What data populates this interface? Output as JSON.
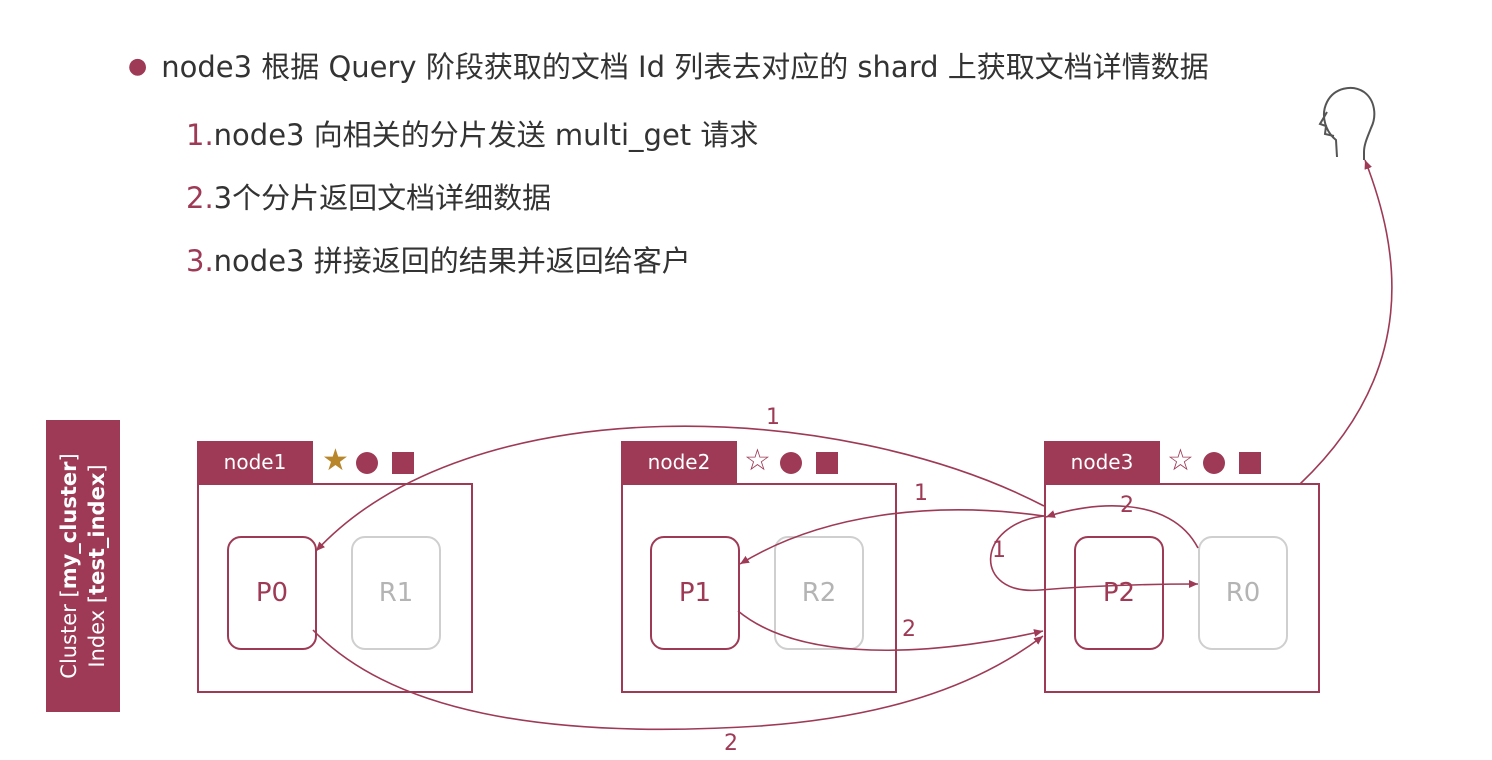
{
  "bullets": {
    "main": "node3 根据 Query 阶段获取的文档 Id 列表去对应的 shard 上获取文档详情数据",
    "steps": [
      {
        "num": "1.",
        "text": "node3 向相关的分片发送 multi_get  请求"
      },
      {
        "num": "2.",
        "text": "3个分片返回文档详细数据"
      },
      {
        "num": "3.",
        "text": "node3 拼接返回的结果并返回给客户"
      }
    ]
  },
  "cluster": {
    "line1_prefix": "Cluster [",
    "line1_name": "my_cluster",
    "line1_suffix": "]",
    "line2_prefix": "Index [",
    "line2_name": "test_index",
    "line2_suffix": "]"
  },
  "nodes": [
    {
      "name": "node1",
      "master": true,
      "shards": [
        {
          "label": "P0",
          "kind": "primary"
        },
        {
          "label": "R1",
          "kind": "replica"
        }
      ]
    },
    {
      "name": "node2",
      "master": false,
      "shards": [
        {
          "label": "P1",
          "kind": "primary"
        },
        {
          "label": "R2",
          "kind": "replica"
        }
      ]
    },
    {
      "name": "node3",
      "master": false,
      "shards": [
        {
          "label": "P2",
          "kind": "primary"
        },
        {
          "label": "R0",
          "kind": "replica"
        }
      ]
    }
  ],
  "icons": {
    "master_star_filled": "star-filled-icon",
    "master_star_empty": "star-outline-icon",
    "data_node": "circle-icon",
    "ingest_node": "square-icon",
    "client": "head-icon"
  },
  "arrow_labels": {
    "request_to_p0": "1",
    "request_to_p1": "1",
    "request_to_p2": "1",
    "response_from_p0": "2",
    "response_from_p1": "2",
    "response_from_r0": "2"
  },
  "colors": {
    "accent": "#9e3a56",
    "gold_star": "#b8862b",
    "text": "#333333",
    "replica": "#b4b4b4"
  }
}
